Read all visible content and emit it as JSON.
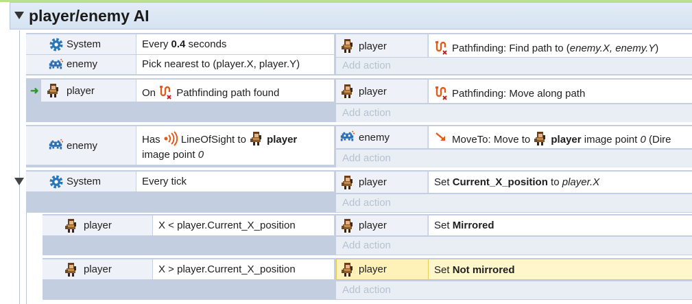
{
  "group": {
    "title": "player/enemy AI"
  },
  "colors": {
    "accent": "#e05a1a",
    "selected": "#fff2b8",
    "trigger": "#2b9a2b"
  },
  "events": [
    {
      "conditions": [
        {
          "object": "System",
          "icon": "gear-icon",
          "text": "Every 0.4 seconds"
        },
        {
          "object": "enemy",
          "icon": "invader-sprite-icon",
          "text": "Pick nearest to (player.X, player.Y)"
        }
      ],
      "actions": [
        {
          "object": "player",
          "icon": "player-sprite-icon",
          "text": "Pathfinding: Find path to (enemy.X, enemy.Y)"
        }
      ]
    },
    {
      "trigger_icon": "trigger-arrow-icon",
      "conditions": [
        {
          "object": "player",
          "icon": "player-sprite-icon",
          "text": "On Pathfinding path found"
        }
      ],
      "actions": [
        {
          "object": "player",
          "icon": "player-sprite-icon",
          "text": "Pathfinding: Move along path"
        }
      ]
    },
    {
      "conditions": [
        {
          "object": "enemy",
          "icon": "invader-sprite-icon",
          "text_line1": "Has LineOfSight to player",
          "text_line2": "image point 0"
        }
      ],
      "actions": [
        {
          "object": "enemy",
          "icon": "invader-sprite-icon",
          "text": "MoveTo: Move to player image point 0 (Dire"
        }
      ]
    },
    {
      "collapsible": true,
      "conditions": [
        {
          "object": "System",
          "icon": "gear-icon",
          "text": "Every tick"
        }
      ],
      "actions": [
        {
          "object": "player",
          "icon": "player-sprite-icon",
          "text": "Set Current_X_position to player.X"
        }
      ]
    },
    {
      "sub": true,
      "conditions": [
        {
          "object": "player",
          "icon": "player-sprite-icon",
          "text": "X < player.Current_X_position"
        }
      ],
      "actions": [
        {
          "object": "player",
          "icon": "player-sprite-icon",
          "text": "Set Mirrored"
        }
      ]
    },
    {
      "sub": true,
      "selected": true,
      "conditions": [
        {
          "object": "player",
          "icon": "player-sprite-icon",
          "text": "X > player.Current_X_position"
        }
      ],
      "actions": [
        {
          "object": "player",
          "icon": "player-sprite-icon",
          "text": "Set Not mirrored"
        }
      ]
    }
  ],
  "labels": {
    "add_action": "Add action",
    "e1_every": "Every ",
    "e1_value": "0.4",
    "e1_seconds": " seconds",
    "e1_action_prefix": "Pathfinding: Find path to (",
    "e1_action_expr": "enemy.X, enemy.Y",
    "e1_action_suffix": ")",
    "e2_on": "On ",
    "e2_trigger": "Pathfinding path found",
    "e2_action": "Pathfinding: Move along path",
    "e3_has": "Has ",
    "e3_los": "LineOfSight to ",
    "e3_player": "player",
    "e3_line2_prefix": "image point ",
    "e3_line2_value": "0",
    "e3_action_prefix": "MoveTo: Move to ",
    "e3_action_player": "player",
    "e3_action_mid": " image point ",
    "e3_action_value": "0",
    "e3_action_suffix": " (Dire",
    "e4_cond": "Every tick",
    "e4_set": "Set ",
    "e4_var": "Current_X_position",
    "e4_to": " to ",
    "e4_expr": "player.X",
    "e5_cond": "X < player.Current_X_position",
    "e5_set": "Set ",
    "e5_value": "Mirrored",
    "e6_cond": "X > player.Current_X_position",
    "e6_set": "Set ",
    "e6_value": "Not mirrored"
  }
}
